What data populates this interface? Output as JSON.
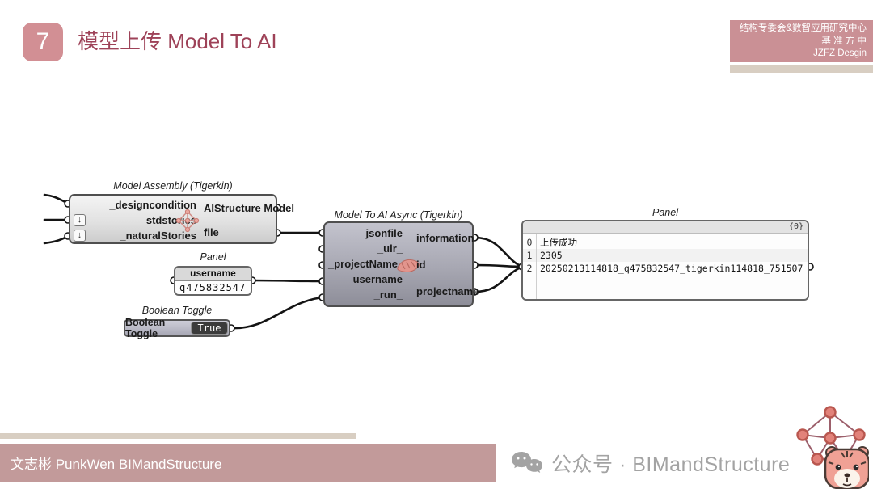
{
  "slide": {
    "badge": "7",
    "title": "模型上传 Model To AI",
    "org_lines": [
      "结构专委会&数智应用研究中心",
      "基 准 方 中",
      "JZFZ Desgin"
    ],
    "footer_author": "文志彬 PunkWen BIMandStructure",
    "wechat_label": "公众号 · BIMandStructure"
  },
  "colors": {
    "accent_pink": "#ca9095",
    "badge_pink": "#d28f94",
    "title_rose": "#9e4258",
    "tan": "#d8cec2",
    "footer_pink": "#c29a9a",
    "gray_text": "#a3a3a3",
    "wire_black": "#141414",
    "logo_node": "#e2827a"
  },
  "canvas": {
    "assembly": {
      "label": "Model Assembly (Tigerkin)",
      "inputs": [
        "_designcondition",
        "_stdstories",
        "_naturalStories"
      ],
      "flatten_glyph": "↓",
      "outputs": [
        "AIStructure Model",
        "file"
      ]
    },
    "usernamePanel": {
      "label": "Panel",
      "header": "username",
      "value": "q475832547"
    },
    "toggle": {
      "label": "Boolean Toggle",
      "name": "Boolean Toggle",
      "value": "True"
    },
    "async": {
      "label": "Model To AI Async (Tigerkin)",
      "inputs": [
        "_jsonfile",
        "_ulr_",
        "_projectName_",
        "_username",
        "_run_"
      ],
      "outputs": [
        "information",
        "id",
        "projectname"
      ]
    },
    "outputPanel": {
      "label": "Panel",
      "path_badge": "{0}",
      "rows": [
        {
          "index": "0",
          "text": "上传成功"
        },
        {
          "index": "1",
          "text": "2305"
        },
        {
          "index": "2",
          "text": "20250213114818_q475832547_tigerkin114818_751507"
        }
      ]
    }
  }
}
